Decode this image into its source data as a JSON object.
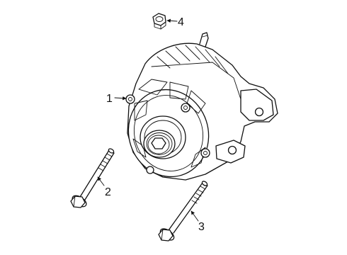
{
  "callouts": [
    {
      "id": "alternator",
      "label": "1"
    },
    {
      "id": "bolt-long",
      "label": "2"
    },
    {
      "id": "bolt-short",
      "label": "3"
    },
    {
      "id": "nut",
      "label": "4"
    }
  ]
}
